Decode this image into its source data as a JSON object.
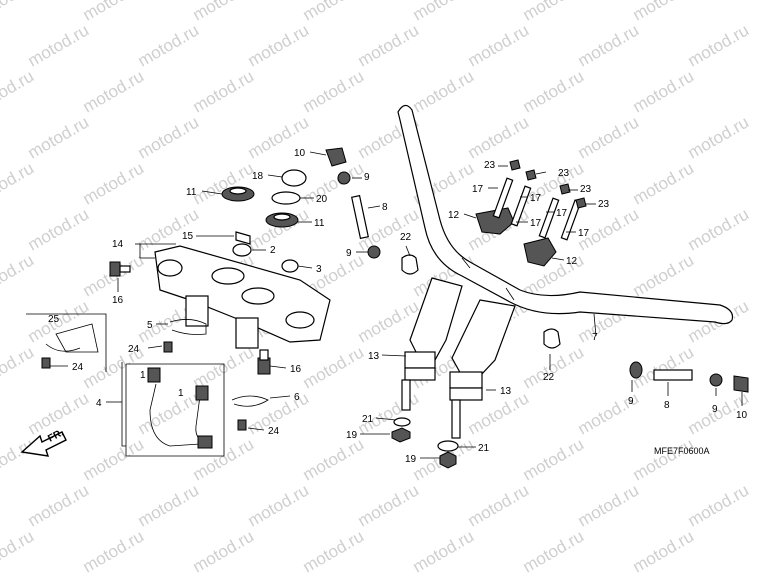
{
  "watermark": "motod.ru",
  "diagram_code": "MFE7F0600A",
  "front_label": "FR.",
  "callouts": {
    "c1": "1",
    "c2": "2",
    "c3": "3",
    "c4": "4",
    "c5": "5",
    "c6": "6",
    "c7": "7",
    "c8": "8",
    "c9": "9",
    "c10": "10",
    "c11": "11",
    "c12": "12",
    "c13": "13",
    "c14": "14",
    "c15": "15",
    "c16": "16",
    "c17": "17",
    "c18": "18",
    "c19": "19",
    "c20": "20",
    "c21": "21",
    "c22": "22",
    "c23": "23",
    "c24": "24",
    "c25": "25"
  }
}
